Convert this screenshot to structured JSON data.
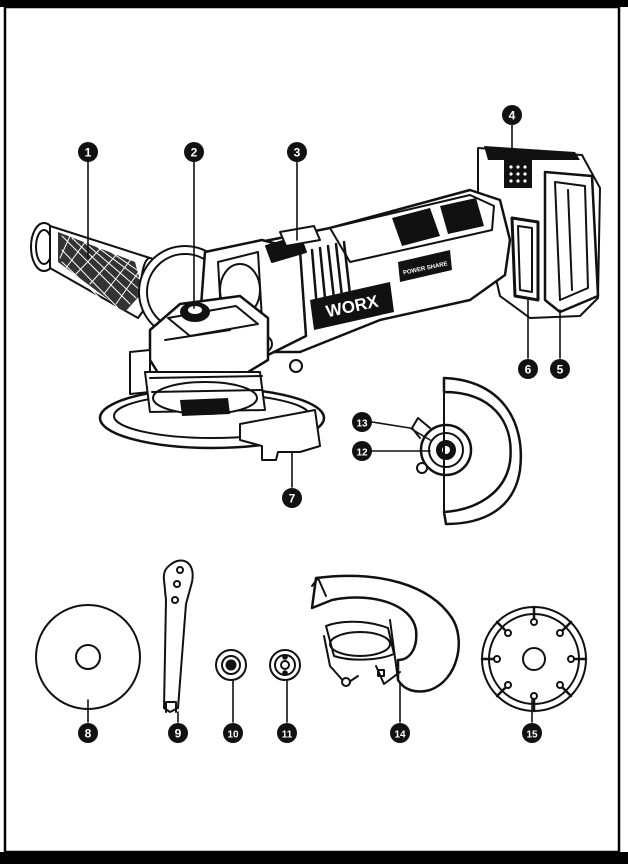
{
  "brand_logo": "WORX",
  "handle_badge": "POWER SHARE",
  "callouts": [
    "1",
    "2",
    "3",
    "4",
    "5",
    "6",
    "7",
    "8",
    "9",
    "10",
    "11",
    "12",
    "13",
    "14",
    "15"
  ],
  "colors": {
    "ink": "#111111",
    "paper": "#ffffff",
    "frame_bar": "#000000"
  }
}
